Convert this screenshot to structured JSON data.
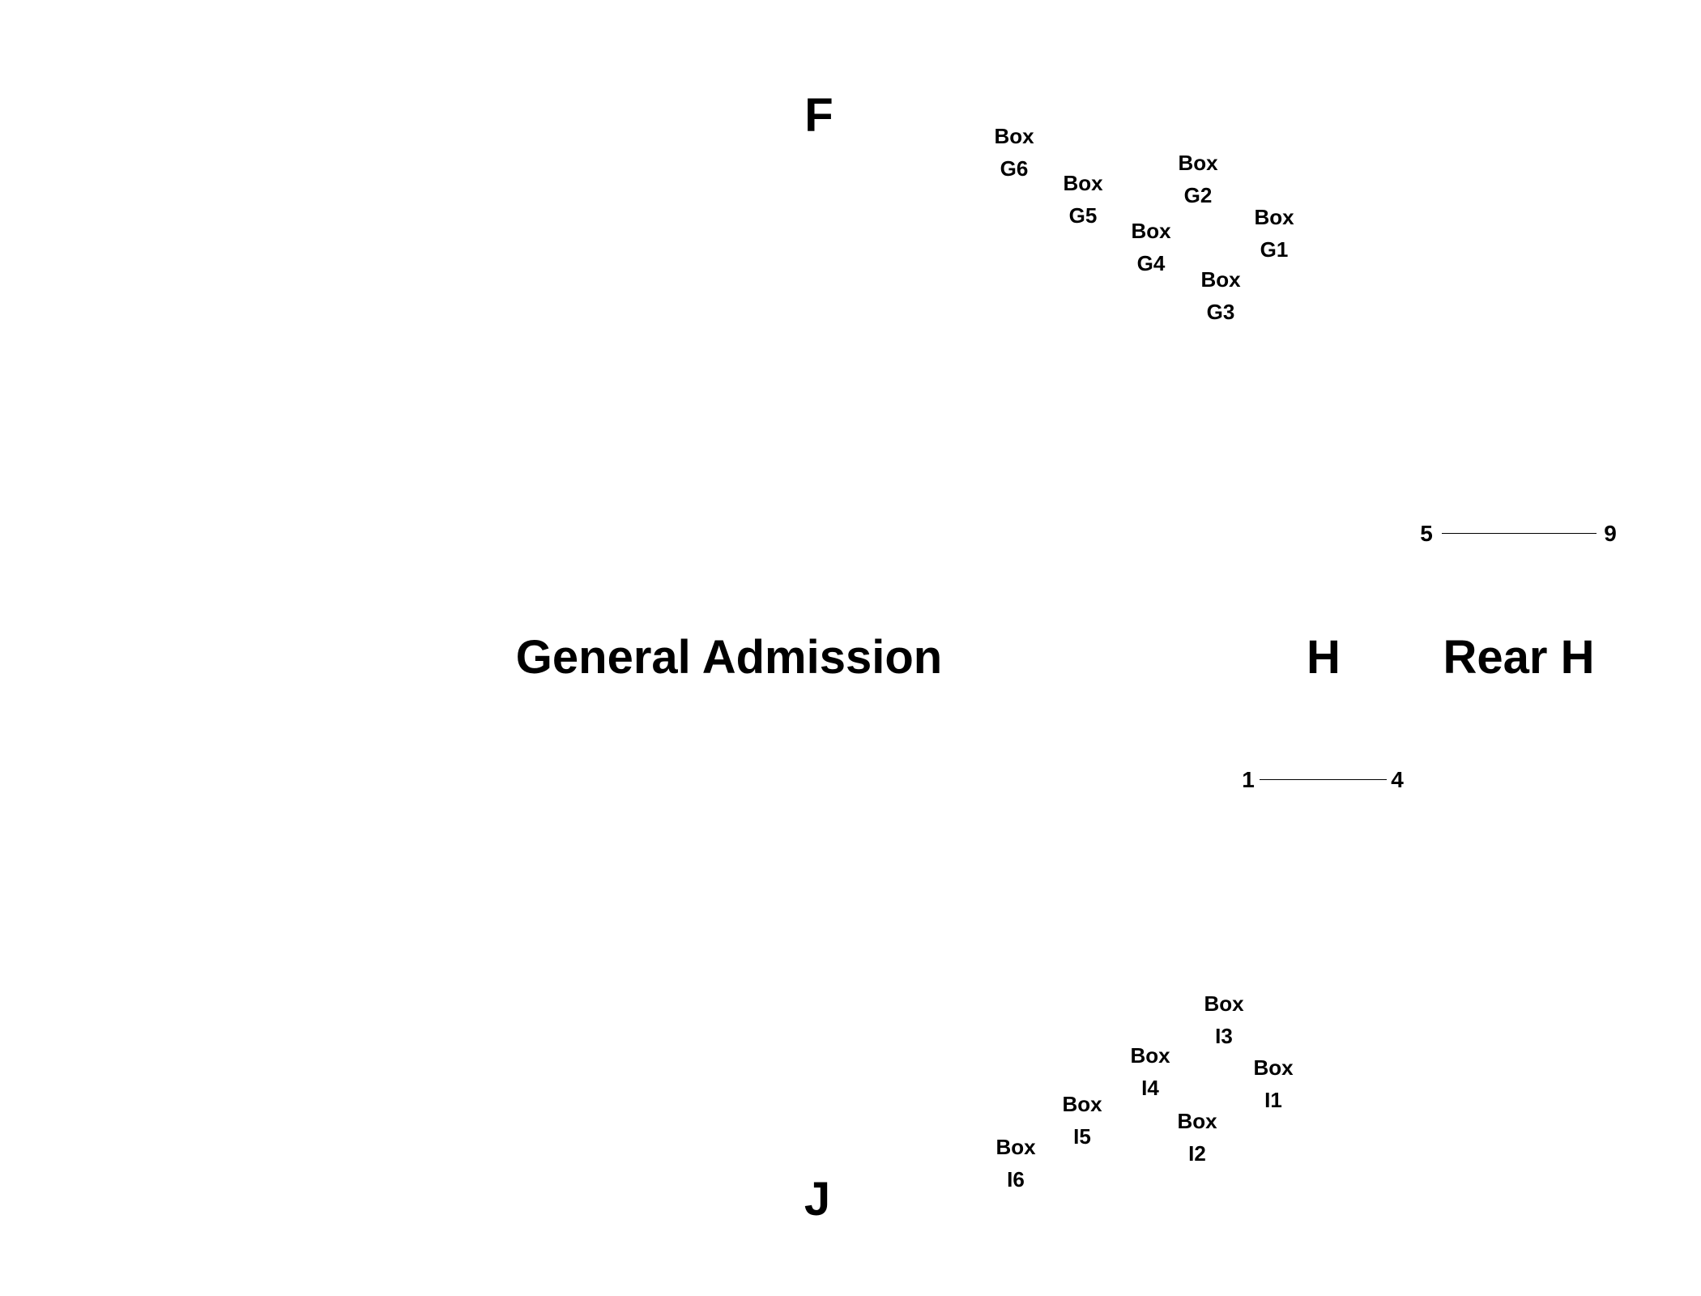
{
  "sections": {
    "f": "F",
    "j": "J",
    "general_admission": "General Admission",
    "h": "H",
    "rear_h": "Rear H"
  },
  "boxes_g": [
    {
      "word": "Box",
      "code": "G6"
    },
    {
      "word": "Box",
      "code": "G5"
    },
    {
      "word": "Box",
      "code": "G4"
    },
    {
      "word": "Box",
      "code": "G2"
    },
    {
      "word": "Box",
      "code": "G1"
    },
    {
      "word": "Box",
      "code": "G3"
    }
  ],
  "boxes_i": [
    {
      "word": "Box",
      "code": "I3"
    },
    {
      "word": "Box",
      "code": "I4"
    },
    {
      "word": "Box",
      "code": "I1"
    },
    {
      "word": "Box",
      "code": "I5"
    },
    {
      "word": "Box",
      "code": "I2"
    },
    {
      "word": "Box",
      "code": "I6"
    }
  ],
  "rows": {
    "upper": {
      "start": "5",
      "end": "9"
    },
    "lower": {
      "start": "1",
      "end": "4"
    }
  }
}
